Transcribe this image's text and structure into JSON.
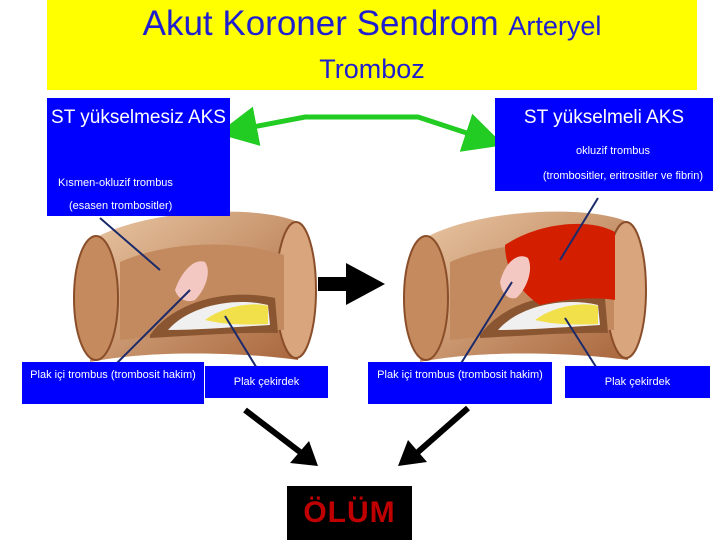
{
  "title": {
    "line1_main": "Akut Koroner Sendrom",
    "line1_small": "Arteryel",
    "line2": "Tromboz"
  },
  "left_box": {
    "title": "ST yükselmesiz AKS",
    "sub1": "Kısmen-okluzif trombus",
    "sub2": "(esasen trombositler)"
  },
  "right_box": {
    "title": "ST yükselmeli AKS",
    "sub1": "okluzif trombus",
    "sub2": "(trombositler, eritrositler ve fibrin)"
  },
  "labels": {
    "plaque_thrombus_left": "Plak içi trombus (trombosit hakim)",
    "plaque_core_left": "Plak çekirdek",
    "plaque_thrombus_right": "Plak içi trombus (trombosit hakim)",
    "plaque_core_right": "Plak çekirdek"
  },
  "outcome": "ÖLÜM",
  "colors": {
    "title_bg": "#ffff00",
    "title_text": "#1f1fd0",
    "box_bg": "#0000ff",
    "double_arrow": "#22cc22",
    "outcome_text": "#c00000"
  }
}
